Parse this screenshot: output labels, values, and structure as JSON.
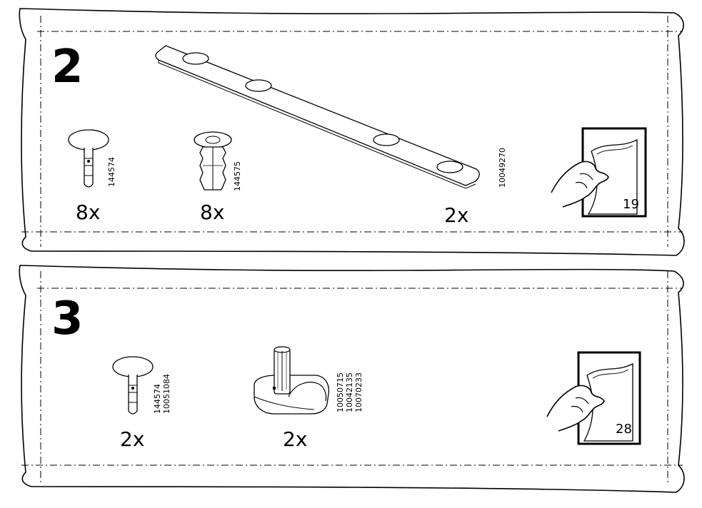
{
  "steps": [
    {
      "number": "2",
      "parts": [
        {
          "icon": "cam-dowel-icon",
          "quantity": "8x",
          "codes": [
            "144574"
          ]
        },
        {
          "icon": "cam-lock-insert-icon",
          "quantity": "8x",
          "codes": [
            "144575"
          ]
        },
        {
          "icon": "connector-plate-icon",
          "quantity": "2x",
          "codes": [
            "10049270"
          ]
        }
      ],
      "page_reference": "19"
    },
    {
      "number": "3",
      "parts": [
        {
          "icon": "cam-dowel-icon",
          "quantity": "2x",
          "codes": [
            "144574",
            "10051084"
          ]
        },
        {
          "icon": "shelf-support-pin-icon",
          "quantity": "2x",
          "codes": [
            "10050715",
            "10042135",
            "10070233"
          ]
        }
      ],
      "page_reference": "28"
    }
  ]
}
